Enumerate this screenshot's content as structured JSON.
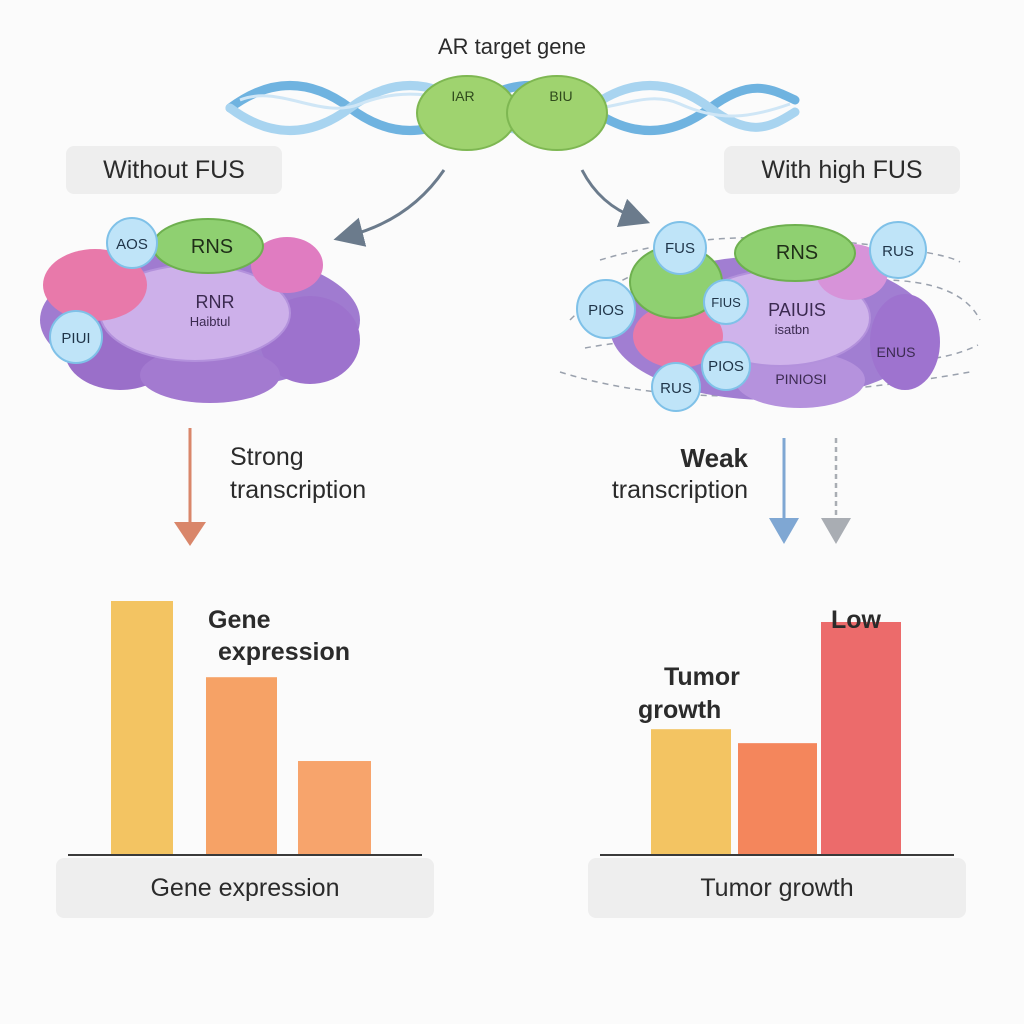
{
  "title": "AR target gene",
  "left_panel": {
    "condition": "Without FUS",
    "complex_labels": {
      "top_left_bubble": "AOS",
      "top_green": "RNS",
      "center_line1": "RNR",
      "center_line2": "Haibtul",
      "left_bubble": "PIUI"
    },
    "arrow_label_line1": "Strong",
    "arrow_label_line2": "transcription",
    "chart_annotation_line1": "Gene",
    "chart_annotation_line2": "expression",
    "chart_caption": "Gene expression",
    "colors": {
      "arrow": "#d9866a"
    }
  },
  "right_panel": {
    "condition": "With high FUS",
    "complex_labels": {
      "top_left_bubble": "FUS",
      "top_green": "RNS",
      "top_right_bubble": "RUS",
      "left_bubble": "PIOS",
      "mid_bubble": "FIUS",
      "center_line1": "PAIUIS",
      "center_line2": "isatbn",
      "lower_bubble": "PIOS",
      "bottom_bubble": "RUS",
      "bottom_center": "PINIOSI",
      "right_label": "ENUS"
    },
    "arrow_label_line1": "Weak",
    "arrow_label_line2": "transcription",
    "chart_annotation_low": "Low",
    "chart_annotation_line1": "Tumor",
    "chart_annotation_line2": "growth",
    "chart_caption": "Tumor growth",
    "colors": {
      "arrow_blue": "#7fa7d3",
      "arrow_gray": "#a9adb3"
    }
  },
  "dna_labels": {
    "left_lobe": "IAR",
    "right_lobe": "BIU"
  },
  "chart_data": [
    {
      "type": "bar",
      "title": "",
      "caption": "Gene expression",
      "categories": [
        "",
        "",
        ""
      ],
      "values": [
        100,
        70,
        37
      ],
      "ylim": [
        0,
        110
      ],
      "grid": false,
      "colors": [
        "#f3c462",
        "#f6a266",
        "#f7a46c"
      ]
    },
    {
      "type": "bar",
      "title": "",
      "caption": "Tumor growth",
      "categories": [
        "",
        "",
        ""
      ],
      "values": [
        54,
        48,
        100
      ],
      "ylim": [
        0,
        110
      ],
      "grid": false,
      "colors": [
        "#f3c462",
        "#f4865c",
        "#ec6b6b"
      ]
    }
  ]
}
